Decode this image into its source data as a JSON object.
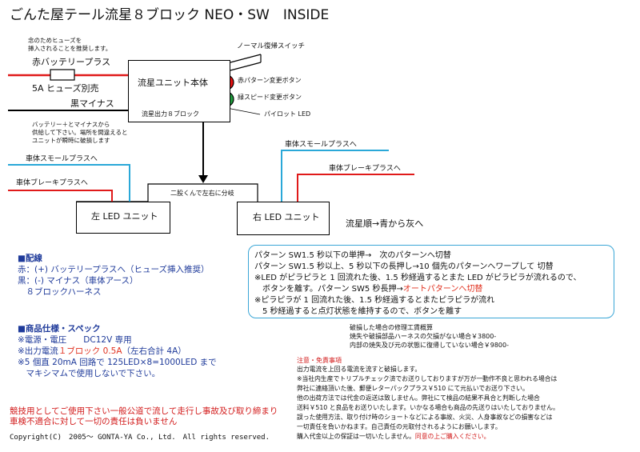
{
  "title": "ごんた屋テール流星８ブロック NEO・SW　INSIDE",
  "fuse_note": [
    "念のためヒューズを",
    "挿入されることを推奨します。"
  ],
  "battery_plus": "赤バッテリープラス",
  "fuse_label": "5A ヒューズ別売",
  "ground_label": "黒マイナス",
  "ground_note": [
    "バッテリー＋とマイナスから",
    "供給して下さい。場所を間違えると",
    "ユニットが瞬時に破損します"
  ],
  "reset_switch": "ノーマル復帰スイッチ",
  "main_unit": "流星ユニット本体",
  "red_button": "赤パターン変更ボタン",
  "green_button": "緑スピード変更ボタン",
  "pilot_led": "パイロット LED",
  "output_label": "流星出力８ブロック",
  "car_small_left": "車体スモールプラスへ",
  "car_brake_left": "車体ブレーキプラスへ",
  "car_small_right": "車体スモールプラスへ",
  "car_brake_right": "車体ブレーキプラスへ",
  "split_label": "二股くんで左右に分岐",
  "left_unit": "左 LED ユニット",
  "right_unit": "右 LED ユニット",
  "flow_note": "流星順→青から灰へ",
  "wiring": {
    "heading": "■配線",
    "lines": [
      "赤：(+) バッテリープラスへ（ヒューズ挿入推奨）",
      "黒：(-) マイナス（車体アース）",
      "　８ブロックハーネス"
    ]
  },
  "pattern": {
    "l1": "パターン SW1.5 秒以下の単押→　次のパターンへ切替",
    "l2": "パターン SW1.5 秒以上、5 秒以下の長押し→10 個先のパターンへワープして 切替",
    "l3": "※LED がピラピラと 1 回流れた後、1.5 秒経過するとまた LED がピラピラが流れるので、",
    "l4a": "　ボタンを離す。パターン SW5 秒長押→",
    "l4b": "オートパターンへ切替",
    "l5": "※ピラピラが 1 回流れた後、1.5 秒経過するとまたピラピラが流れ",
    "l6": "　5 秒経過すると点灯状態を維持するので、ボタンを離す"
  },
  "spec": {
    "heading": "■商品仕様・スペック",
    "l1": "※電源・電圧　　DC12V 専用",
    "l2a": "※出力電流",
    "l2b": "１ブロック 0.5A",
    "l2c": "（左右合計 4A）",
    "l3": "※5 個直 20mA 回路で 125LED×8=1000LED まで",
    "l4": "　マキシマムで使用しないで下さい。"
  },
  "repair": [
    "破損した場合の修理工賃概算",
    "焼失や破損部品ハーネスの欠損がない場合￥3800-",
    "内部の焼失及び元の状態に復帰していない場合￥9800-"
  ],
  "warning": [
    "競技用としてご使用下さい一般公道で流して走行し事故及び取り締まり",
    "車検不適合に対して一切の責任は負いません"
  ],
  "copyright": "Copyright(C)　2005～ GONTA-YA Co., Ltd.　All rights reserved.",
  "disclaimer": {
    "heading": "注意・免責事項",
    "lines": [
      "出力電流を上回る電流を流すと破損します。",
      "※当社内生産でトリプルチェック済でお送りしておりますが万が一動作不良と思われる場合は",
      "弊社に連絡頂いた後、郵便レターパックプラス￥510 にて元払いでお送り下さい。",
      "他の出荷方法では代金の返送は致しません。弊社にて検品の結果不具合と判断した場合",
      "送料￥510 と良品をお送りいたします。いかなる場合も商品の先送りはいたしておりません。",
      "誤った使用方法、取り付け時のショートなどによる事故、火災、人身事故などの損害などは",
      "一切責任を負いかねます。自己責任の元取付されるようにお願いします。"
    ],
    "last_a": "購入代金以上の保証は一切いたしません。",
    "last_b": "同意の上ご購入ください。"
  },
  "colors": {
    "red_wire": "#e01a1a",
    "blue_wire": "#2aa8d8",
    "red_button": "#e01010",
    "green_button": "#1f9a3c",
    "pilot": "#e01010",
    "pattern_border": "#3aa6d6"
  }
}
